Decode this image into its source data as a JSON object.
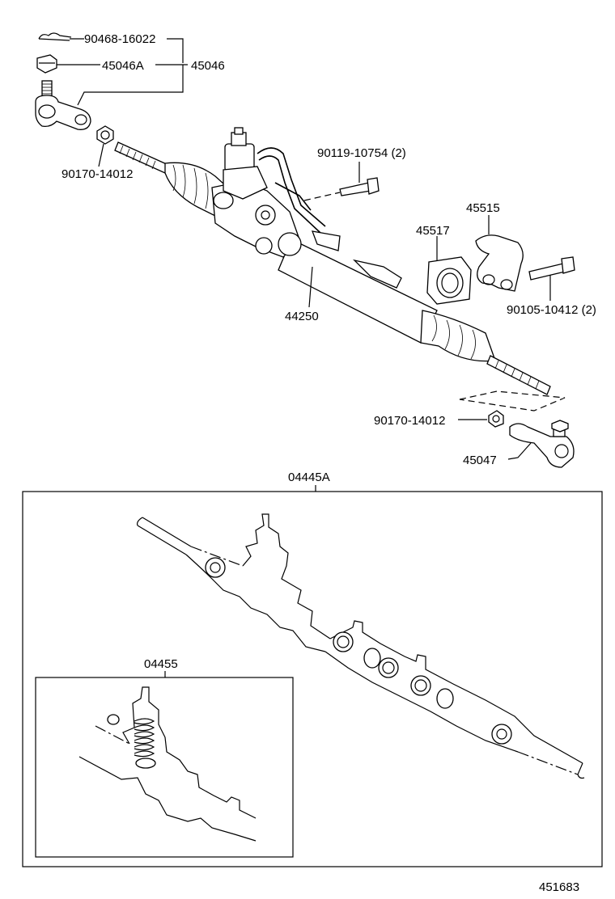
{
  "labels": {
    "cotter_pin": "90468-16022",
    "nut": "45046A",
    "tie_rod_end_lh": "45046",
    "lock_nut_upper": "90170-14012",
    "bolt_upper": "90119-10754 (2)",
    "bracket": "45515",
    "grommet": "45517",
    "gear_assembly": "44250",
    "bolt_lower": "90105-10412 (2)",
    "lock_nut_lower": "90170-14012",
    "tie_rod_end_rh": "45047",
    "kit_main": "04445A",
    "kit_sub": "04455",
    "figure_number": "451683"
  }
}
